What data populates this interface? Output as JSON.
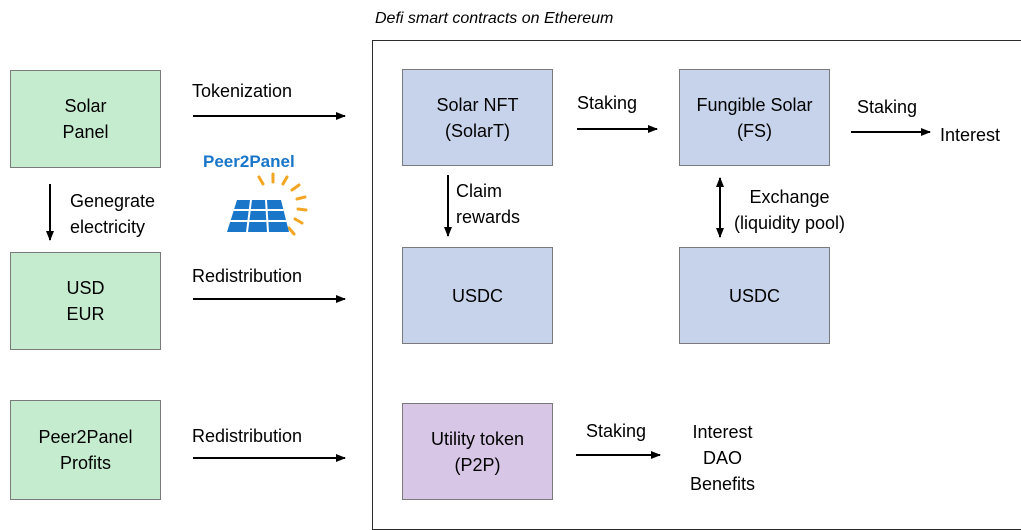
{
  "frame": {
    "title": "Defi smart contracts on Ethereum"
  },
  "left": {
    "solar_panel": [
      "Solar",
      "Panel"
    ],
    "fiat": [
      "USD",
      "EUR"
    ],
    "profits": [
      "Peer2Panel",
      "Profits"
    ],
    "generate_label": [
      "Genegrate",
      "electricity"
    ],
    "logo_text": "Peer2Panel"
  },
  "flows": {
    "tokenization": "Tokenization",
    "redistribution_1": "Redistribution",
    "redistribution_2": "Redistribution"
  },
  "defi": {
    "solar_nft": [
      "Solar NFT",
      "(SolarT)"
    ],
    "fungible_solar": [
      "Fungible Solar",
      "(FS)"
    ],
    "usdc_left": "USDC",
    "usdc_right": "USDC",
    "utility_token": [
      "Utility token",
      "(P2P)"
    ],
    "staking_1": "Staking",
    "staking_2": "Staking",
    "staking_3": "Staking",
    "interest": "Interest",
    "claim_rewards": [
      "Claim",
      "rewards"
    ],
    "exchange": [
      "Exchange",
      "(liquidity pool)"
    ],
    "benefits": [
      "Interest",
      "DAO",
      "Benefits"
    ]
  },
  "colors": {
    "green": "#c6eccf",
    "blue": "#c7d3ea",
    "purple": "#d8c6e6",
    "logo_blue": "#1a76c9",
    "logo_sun": "#f3a623"
  }
}
